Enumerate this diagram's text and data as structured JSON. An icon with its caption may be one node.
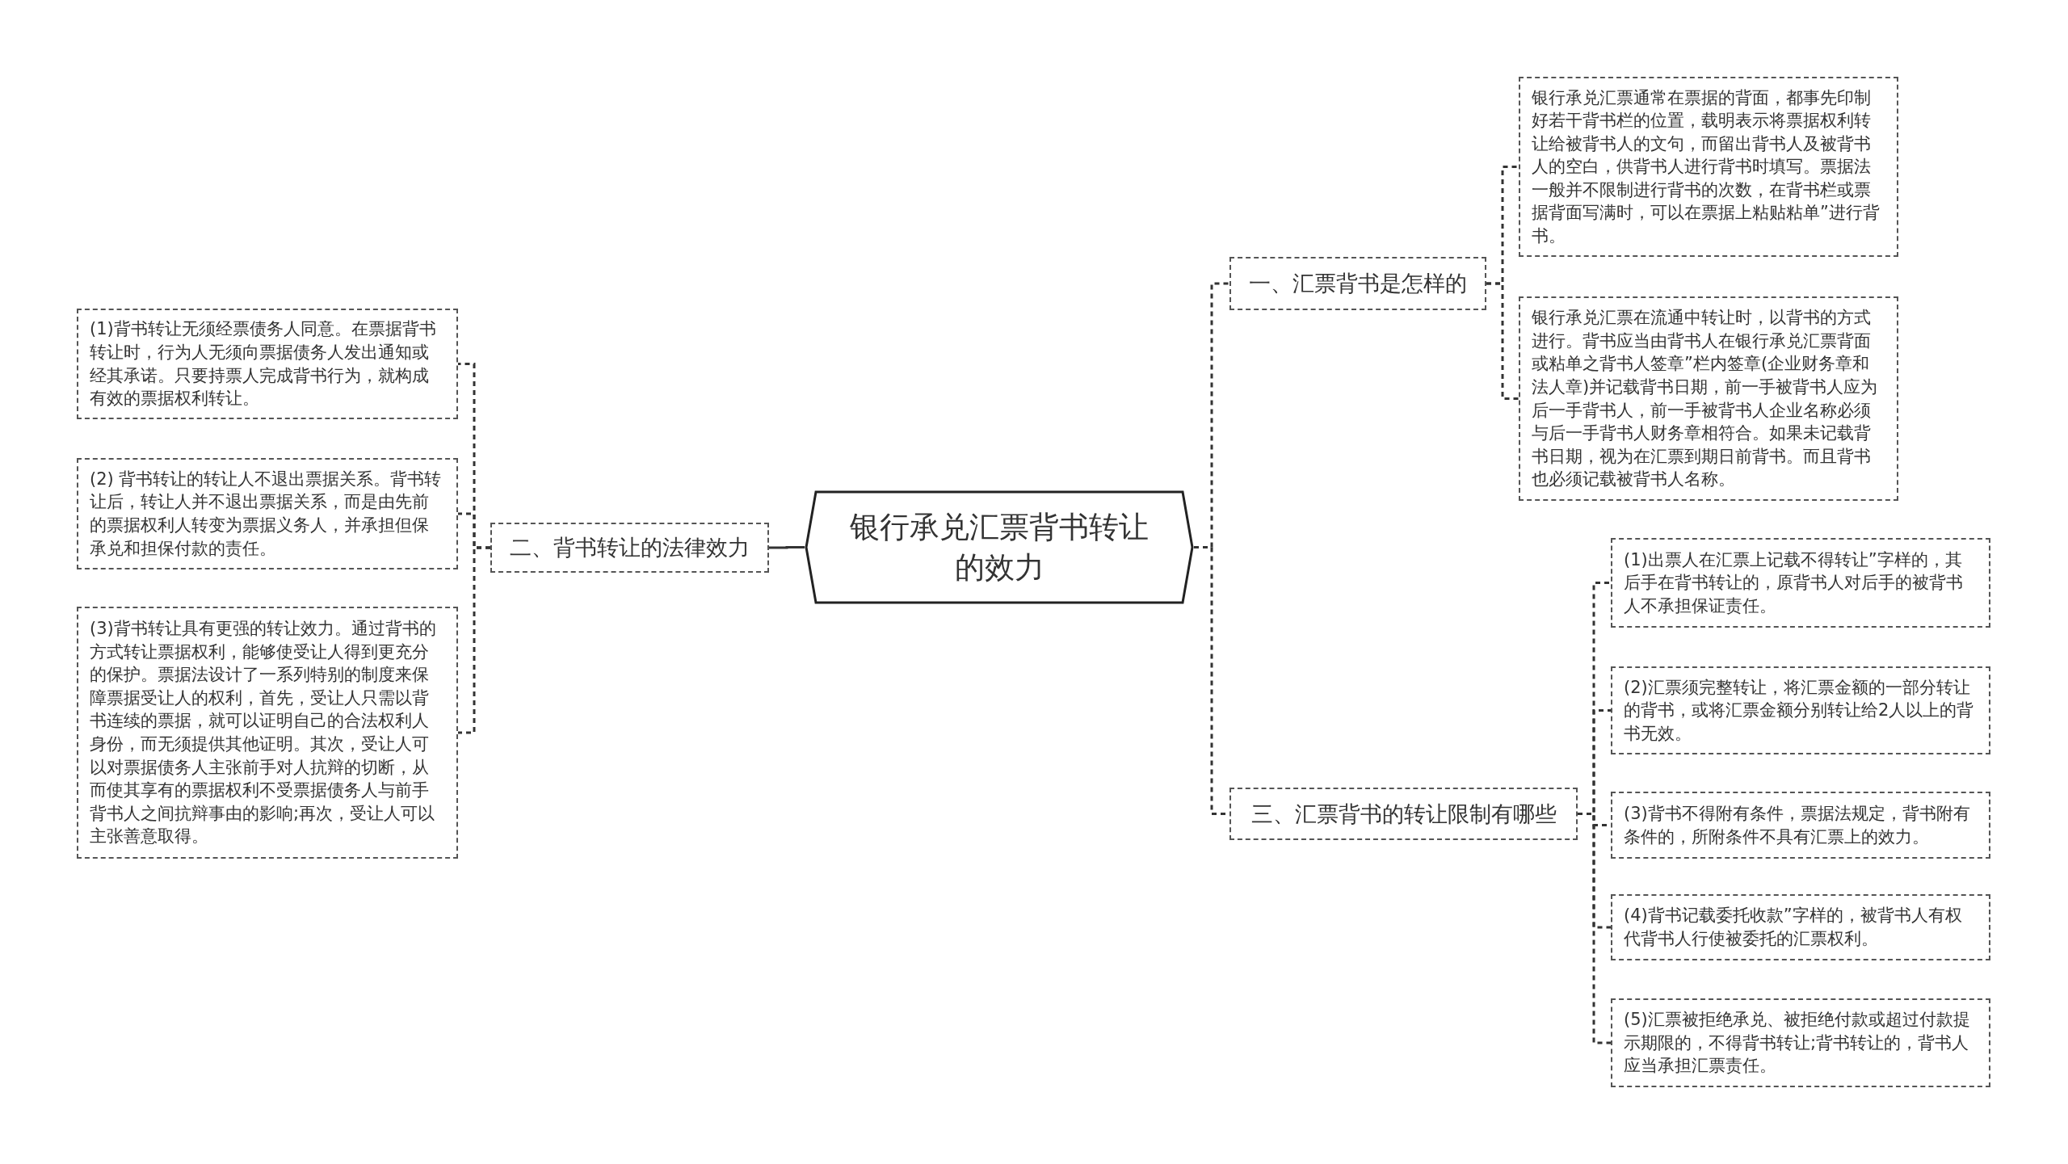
{
  "diagram": {
    "nodes": [
      {
        "text": [
          "银行承兑汇票背书转让的效力"
        ]
      },
      {
        "text": [
          "一、汇票背书是怎样的"
        ]
      },
      {
        "text": [
          "银行承兑汇票通常在票据的背面，都事先印制好若干背书栏的位置，载明表示将票据权利转让给被背书人的文句，而留出背书人及被背书人的空白，供背书人进行背书时填写。票据法一般并不限制进行背书的次数，在背书栏或票据背面写满时，可以在票据上粘贴粘单”进行背书。"
        ]
      },
      {
        "text": [
          "银行承兑汇票在流通中转让时，以背书的方式进行。背书应当由背书人在银行承兑汇票背面或粘单之背书人签章”栏内签章(企业财务章和法人章)并记载背书日期，前一手被背书人应为后一手背书人，前一手被背书人企业名称必须与后一手背书人财务章相符合。如果未记载背书日期，视为在汇票到期日前背书。而且背书也必须记载被背书人名称。"
        ]
      },
      {
        "text": [
          "二、背书转让的法律效力"
        ]
      },
      {
        "text": [
          "(1)背书转让无须经票债务人同意。在票据背书转让时，行为人无须向票据债务人发出通知或经其承诺。只要持票人完成背书行为，就构成有效的票据权利转让。"
        ]
      },
      {
        "text": [
          "(2) 背书转让的转让人不退出票据关系。背书转让后，转让人并不退出票据关系，而是由先前的票据权利人转变为票据义务人，并承担但保承兑和担保付款的责任。"
        ]
      },
      {
        "text": [
          "(3)背书转让具有更强的转让效力。通过背书的方式转让票据权利，能够使受让人得到更充分的保护。票据法设计了一系列特别的制度来保障票据受让人的权利，首先，受让人只需以背书连续的票据，就可以证明自己的合法权利人身份，而无须提供其他证明。其次，受让人可以对票据债务人主张前手对人抗辩的切断，从而使其享有的票据权利不受票据债务人与前手背书人之间抗辩事由的影响;再次，受让人可以主张善意取得。"
        ]
      },
      {
        "text": [
          "三、汇票背书的转让限制有哪些"
        ]
      },
      {
        "text": [
          "(1)出票人在汇票上记载不得转让”字样的，其后手在背书转让的，原背书人对后手的被背书人不承担保证责任。"
        ]
      },
      {
        "text": [
          "(2)汇票须完整转让，将汇票金额的一部分转让的背书，或将汇票金额分别转让给2人以上的背书无效。"
        ]
      },
      {
        "text": [
          "(3)背书不得附有条件，票据法规定，背书附有条件的，所附条件不具有汇票上的效力。"
        ]
      },
      {
        "text": [
          "(4)背书记载委托收款”字样的，被背书人有权代背书人行使被委托的汇票权利。"
        ]
      },
      {
        "text": [
          "(5)汇票被拒绝承兑、被拒绝付款或超过付款提示期限的，不得背书转让;背书转让的，背书人应当承担汇票责任。"
        ]
      }
    ],
    "edges": [
      {
        "from": 0,
        "to": 1,
        "arrow": "none",
        "style": "dashed"
      },
      {
        "from": 1,
        "to": 2,
        "arrow": "none",
        "style": "dashed"
      },
      {
        "from": 1,
        "to": 3,
        "arrow": "none",
        "style": "dashed"
      },
      {
        "from": 0,
        "to": 4,
        "arrow": "none"
      },
      {
        "from": 4,
        "to": 5,
        "arrow": "none",
        "style": "dashed"
      },
      {
        "from": 4,
        "to": 6,
        "arrow": "none",
        "style": "dashed"
      },
      {
        "from": 4,
        "to": 7,
        "arrow": "none",
        "style": "dashed"
      },
      {
        "from": 0,
        "to": 8,
        "arrow": "none",
        "style": "dashed"
      },
      {
        "from": 8,
        "to": 9,
        "arrow": "none",
        "style": "dashed"
      },
      {
        "from": 8,
        "to": 10,
        "arrow": "none",
        "style": "dashed"
      },
      {
        "from": 8,
        "to": 11,
        "arrow": "none",
        "style": "dashed"
      },
      {
        "from": 8,
        "to": 12,
        "arrow": "none",
        "style": "dashed"
      },
      {
        "from": 8,
        "to": 13,
        "arrow": "none",
        "style": "dashed"
      }
    ]
  }
}
